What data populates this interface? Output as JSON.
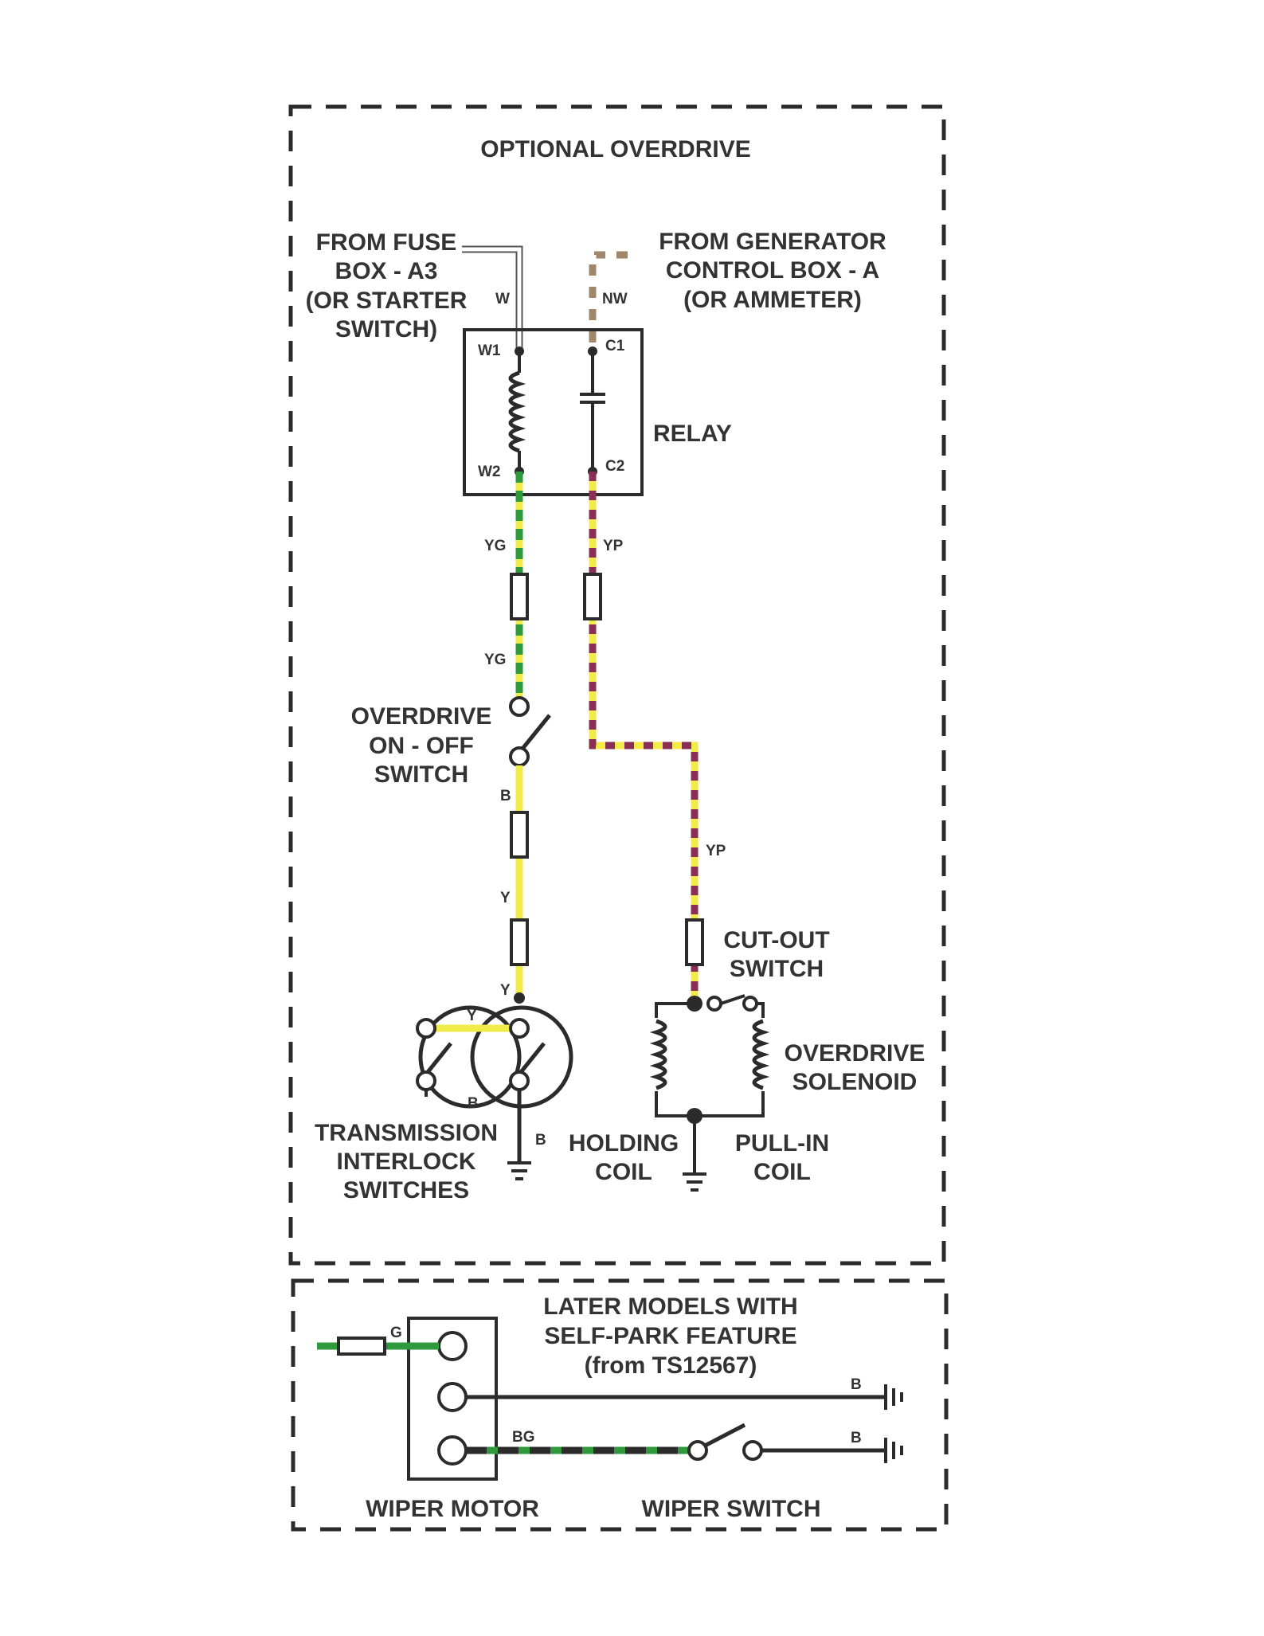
{
  "sections": {
    "overdrive": {
      "title": "OPTIONAL OVERDRIVE",
      "from_fuse": [
        "FROM FUSE",
        "BOX - A3",
        "(OR STARTER",
        "SWITCH)"
      ],
      "from_generator": [
        "FROM GENERATOR",
        "CONTROL BOX - A",
        "(OR AMMETER)"
      ],
      "relay": {
        "label": "RELAY",
        "terminals": {
          "w1": "W1",
          "w2": "W2",
          "c1": "C1",
          "c2": "C2"
        }
      },
      "overdrive_switch": [
        "OVERDRIVE",
        "ON - OFF",
        "SWITCH"
      ],
      "interlock": [
        "TRANSMISSION",
        "INTERLOCK",
        "SWITCHES"
      ],
      "cutout": [
        "CUT-OUT",
        "SWITCH"
      ],
      "solenoid": [
        "OVERDRIVE",
        "SOLENOID"
      ],
      "holding_coil": [
        "HOLDING",
        "COIL"
      ],
      "pullin_coil": [
        "PULL-IN",
        "COIL"
      ],
      "wire_codes": {
        "w": "W",
        "nw": "NW",
        "yg_upper": "YG",
        "yg_lower": "YG",
        "yp_upper": "YP",
        "yp_lower": "YP",
        "b_switch": "B",
        "y_mid": "Y",
        "y_low": "Y",
        "y_bridge": "Y",
        "b_interlock": "B",
        "b_ground": "B"
      }
    },
    "wiper": {
      "title": [
        "LATER MODELS WITH",
        "SELF-PARK FEATURE",
        "(from TS12567)"
      ],
      "wiper_motor": "WIPER MOTOR",
      "wiper_switch": "WIPER SWITCH",
      "wire_codes": {
        "g": "G",
        "bg": "BG",
        "b_top": "B",
        "b_bottom": "B"
      }
    }
  },
  "colors": {
    "white_wire": "#cfcfcf",
    "brown": "#a0876a",
    "green": "#2e9a3c",
    "yellow": "#f2ec4a",
    "purple": "#8a2e55",
    "black": "#2b2b2b"
  }
}
